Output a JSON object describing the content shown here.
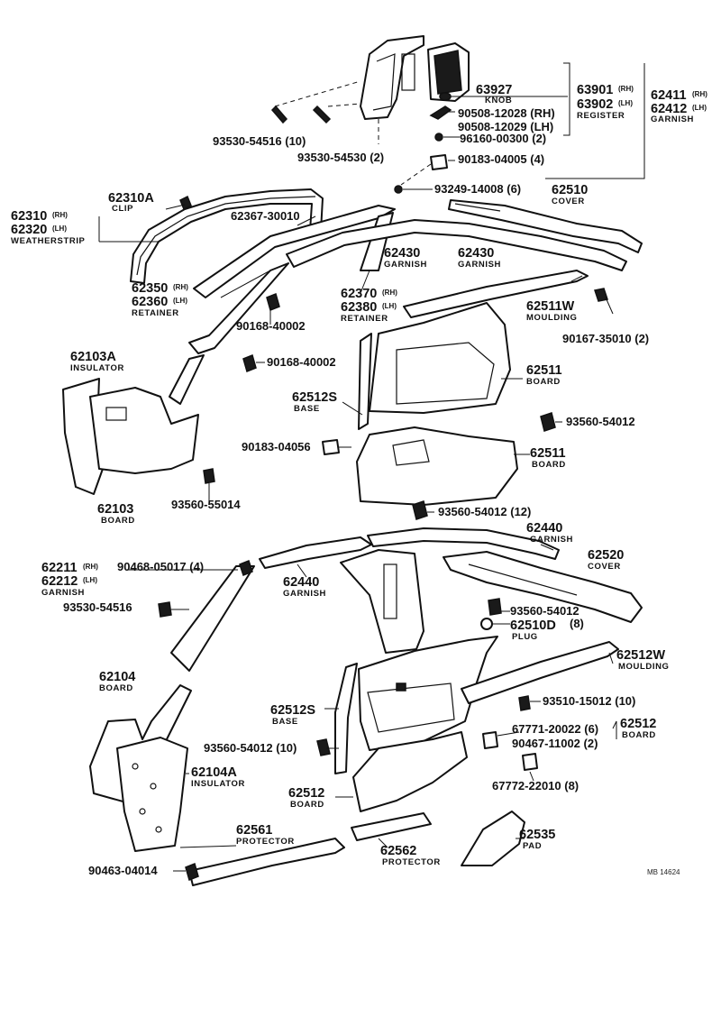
{
  "labels": {
    "l63927": "63927",
    "l63927c": "KNOB",
    "l63901": "63901",
    "l63901s": "(RH)",
    "l63902": "63902",
    "l63902s": "(LH)",
    "l6390xc": "REGISTER",
    "l62411": "62411",
    "l62411s": "(RH)",
    "l62412": "62412",
    "l62412s": "(LH)",
    "l6241xc": "GARNISH",
    "l90508a": "90508-12028 (RH)",
    "l90508b": "90508-12029 (LH)",
    "l96160": "96160-00300 (2)",
    "l93530a": "93530-54516 (10)",
    "l93530b": "93530-54530 (2)",
    "l90183a": "90183-04005 (4)",
    "l93249": "93249-14008 (6)",
    "l62310A": "62310A",
    "l62310Ac": "CLIP",
    "l62310": "62310",
    "l62310s": "(RH)",
    "l62320": "62320",
    "l62320s": "(LH)",
    "l6231xc": "WEATHERSTRIP",
    "l62367": "62367-30010",
    "l62510": "62510",
    "l62510c": "COVER",
    "l62430a": "62430",
    "l62430ac": "GARNISH",
    "l62430b": "62430",
    "l62430bc": "GARNISH",
    "l62350": "62350",
    "l62350s": "(RH)",
    "l62360": "62360",
    "l62360s": "(LH)",
    "l6235xc": "RETAINER",
    "l62370": "62370",
    "l62370s": "(RH)",
    "l62380": "62380",
    "l62380s": "(LH)",
    "l6237xc": "RETAINER",
    "l62511W": "62511W",
    "l62511Wc": "MOULDING",
    "l90168a": "90168-40002",
    "l90167": "90167-35010 (2)",
    "l62103A": "62103A",
    "l62103Ac": "INSULATOR",
    "l90168b": "90168-40002",
    "l62511a": "62511",
    "l62511ac": "BOARD",
    "l62512S_a": "62512S",
    "l62512S_ac": "BASE",
    "l93560a": "93560-54012",
    "l90183b": "90183-04056",
    "l62511b": "62511",
    "l62511bc": "BOARD",
    "l62103": "62103",
    "l62103c": "BOARD",
    "l93560b": "93560-55014",
    "l93560c": "93560-54012 (12)",
    "l62440a": "62440",
    "l62440ac": "GARNISH",
    "l62211": "62211",
    "l62211s": "(RH)",
    "l62212": "62212",
    "l62212s": "(LH)",
    "l6221xc": "GARNISH",
    "l90468": "90468-05017 (4)",
    "l62520": "62520",
    "l62520c": "COVER",
    "l62440b": "62440",
    "l62440bc": "GARNISH",
    "l93530c": "93530-54516",
    "l93560d": "93560-54012",
    "l62510D": "62510D",
    "l62510Ds": "(8)",
    "l62510Dc": "PLUG",
    "l62104": "62104",
    "l62104c": "BOARD",
    "l62512W": "62512W",
    "l62512Wc": "MOULDING",
    "l62512S_b": "62512S",
    "l62512S_bc": "BASE",
    "l93510": "93510-15012 (10)",
    "l67771": "67771-20022 (6)",
    "l90467": "90467-11002 (2)",
    "l62512a": "62512",
    "l62512ac": "BOARD",
    "l93560e": "93560-54012 (10)",
    "l62104A": "62104A",
    "l62104Ac": "INSULATOR",
    "l62512b": "62512",
    "l62512bc": "BOARD",
    "l67772": "67772-22010 (8)",
    "l62561": "62561",
    "l62561c": "PROTECTOR",
    "l62562": "62562",
    "l62562c": "PROTECTOR",
    "l62535": "62535",
    "l62535c": "PAD",
    "l90463": "90463-04014",
    "drawing_ref": "MB 14624"
  }
}
